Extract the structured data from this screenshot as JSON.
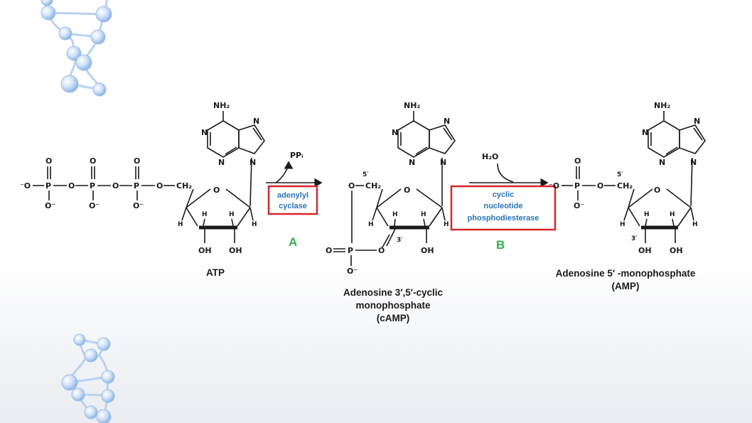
{
  "molecules": {
    "atp": {
      "name": "ATP",
      "nh2": "NH₂"
    },
    "camp": {
      "name_line1": "Adenosine 3′,5′-cyclic",
      "name_line2": "monophosphate",
      "name_line3": "(cAMP)",
      "nh2": "NH₂"
    },
    "amp": {
      "name_line1": "Adenosine 5′ -monophosphate",
      "name_line2": "(AMP)",
      "nh2": "NH₂"
    }
  },
  "reactions": {
    "a": {
      "byproduct": "PPᵢ",
      "enzyme_line1": "adenylyl",
      "enzyme_line2": "cyclase",
      "letter": "A"
    },
    "b": {
      "reactant": "H₂O",
      "enzyme_line1": "cyclic",
      "enzyme_line2": "nucleotide",
      "enzyme_line3": "phosphodiesterase",
      "letter": "B"
    }
  },
  "colors": {
    "enzyme_text": "#2a74b5",
    "enzyme_box": "#d7262b",
    "step_letter": "#2fae4a",
    "dna_decoration": "#a9c9ef"
  },
  "icons": {
    "decoration": "dna-helix-icon"
  }
}
